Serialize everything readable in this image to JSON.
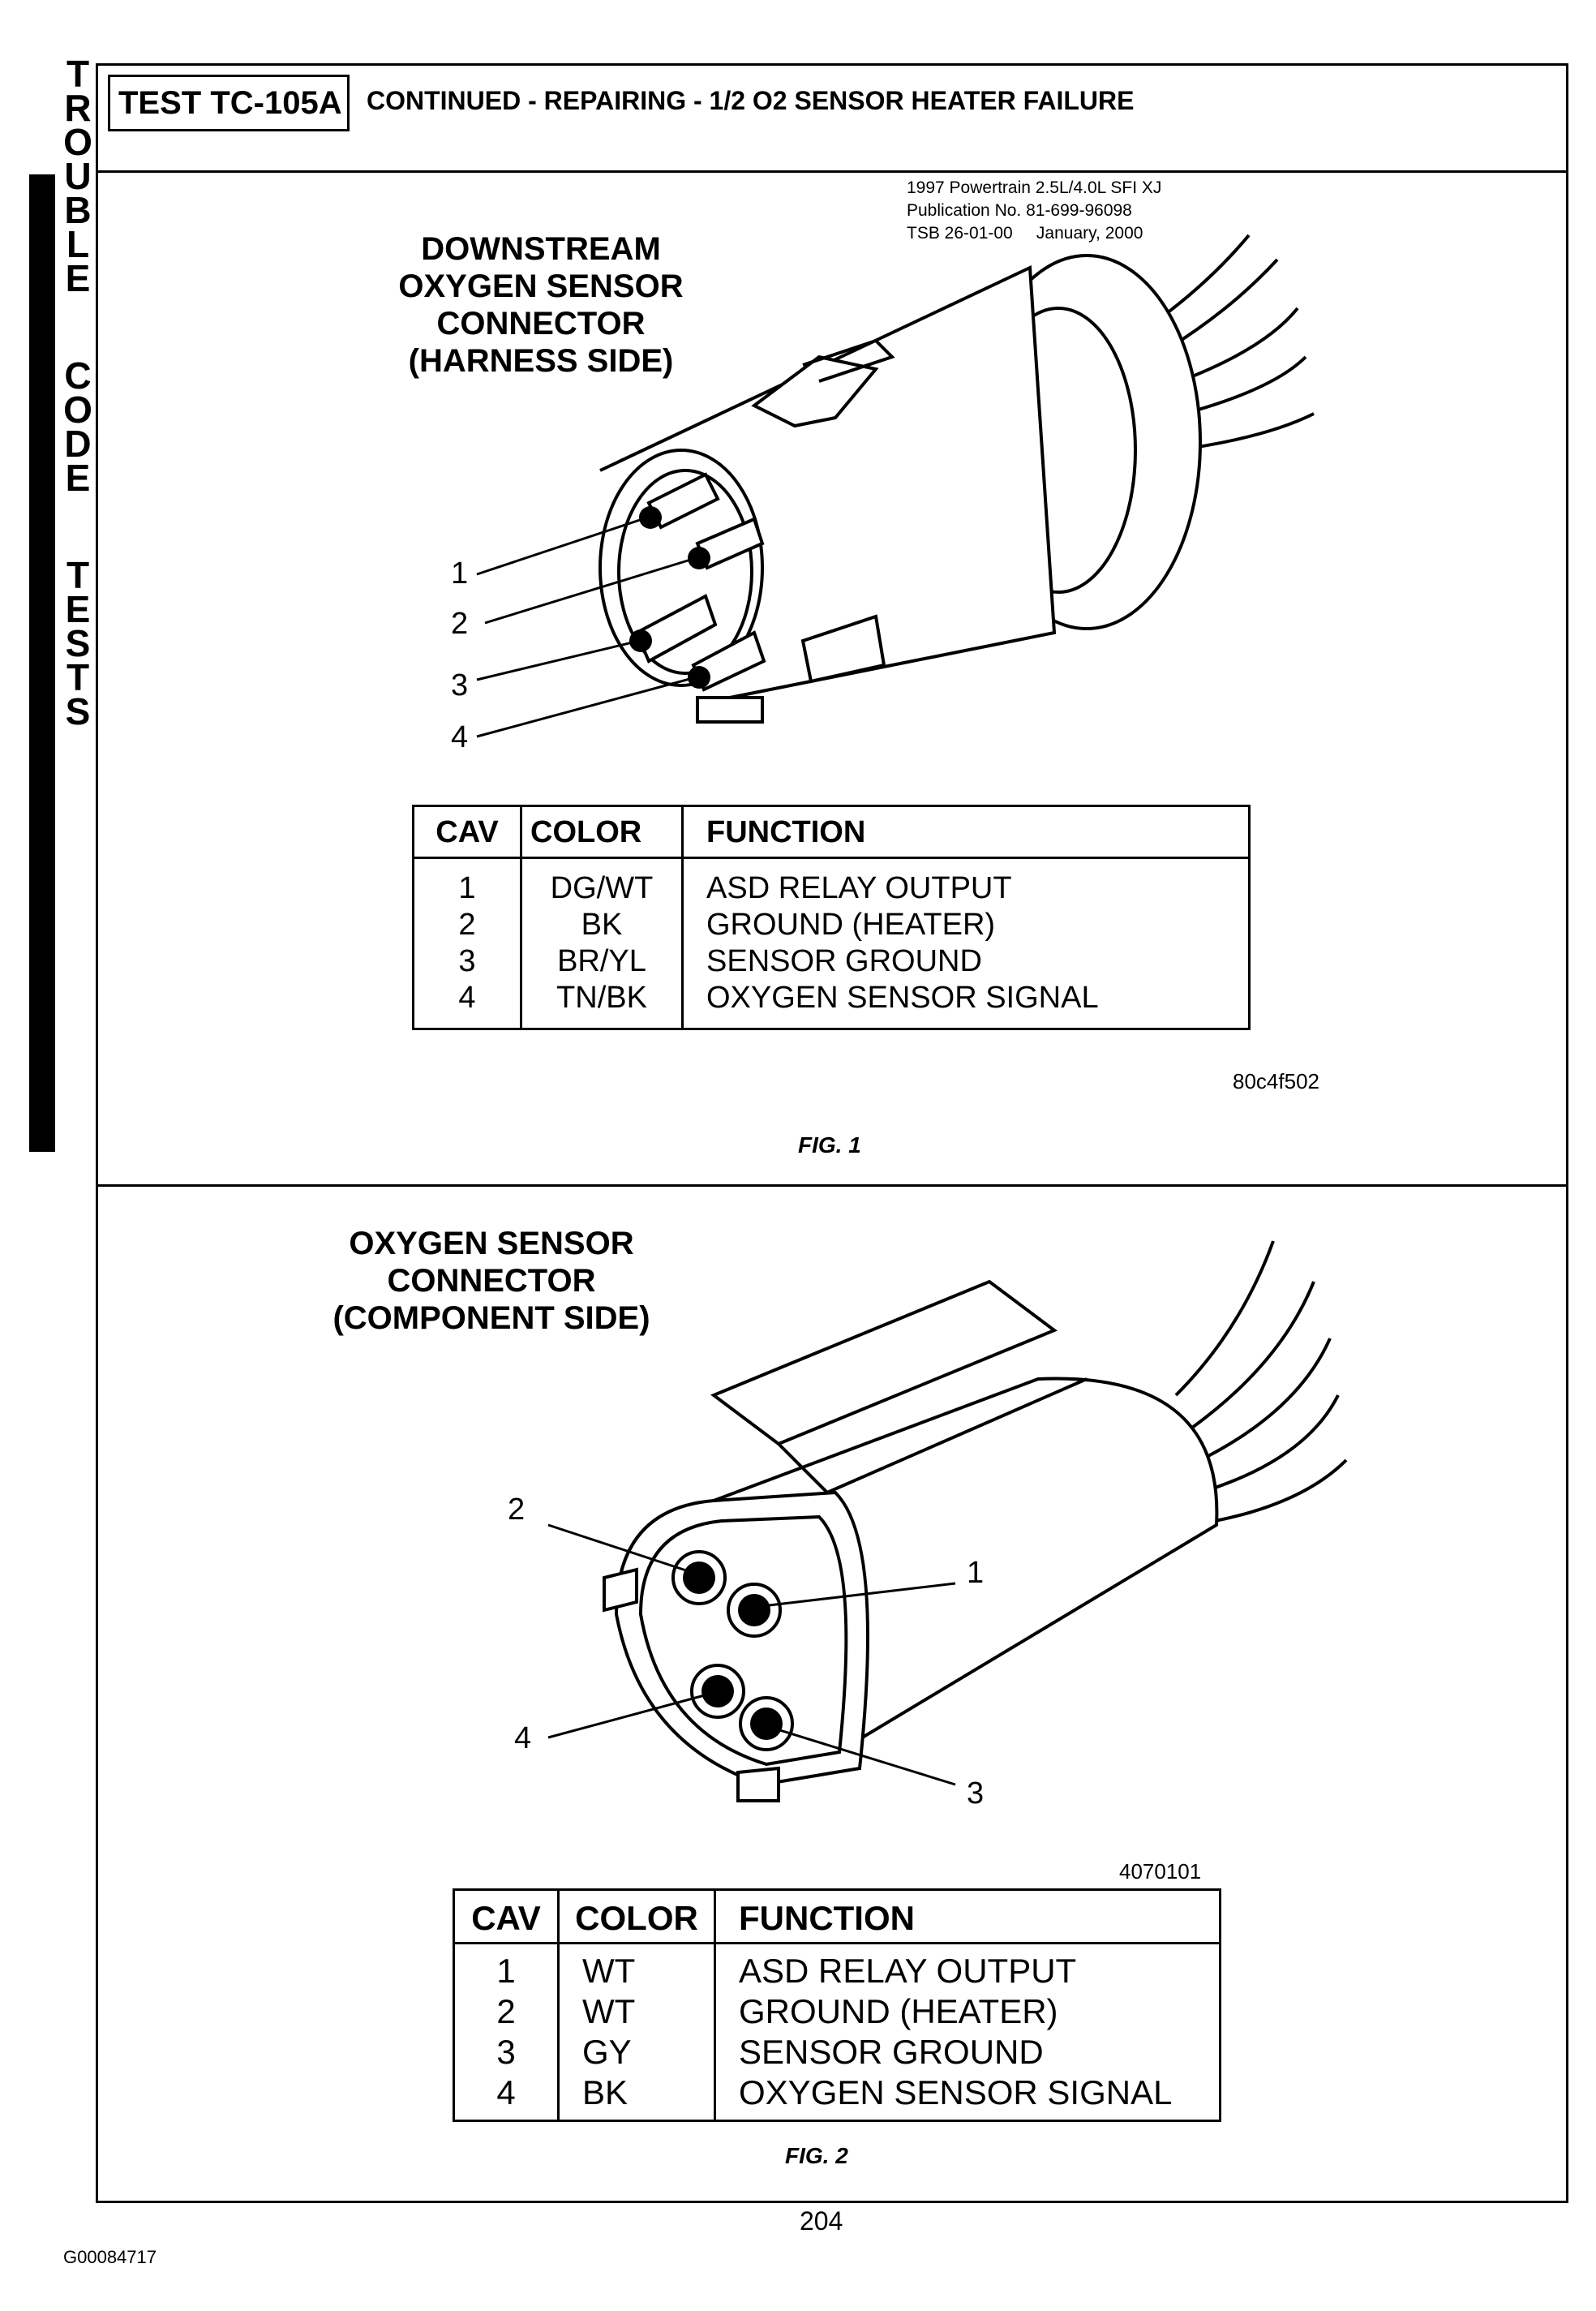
{
  "side_tab": {
    "letters": [
      "T",
      "R",
      "O",
      "U",
      "B",
      "L",
      "E",
      "C",
      "O",
      "D",
      "E",
      "T",
      "E",
      "S",
      "T",
      "S"
    ]
  },
  "header": {
    "test_id": "TEST TC-105A",
    "title": "CONTINUED - REPAIRING - 1/2 O2 SENSOR HEATER FAILURE"
  },
  "publication": {
    "line1": "1997 Powertrain 2.5L/4.0L SFI XJ",
    "line2": "Publication No. 81-699-96098",
    "line3": "TSB 26-01-00     January, 2000"
  },
  "fig1": {
    "caption_lines": [
      "DOWNSTREAM",
      "OXYGEN SENSOR",
      "CONNECTOR",
      "(HARNESS SIDE)"
    ],
    "callouts": [
      "1",
      "2",
      "3",
      "4"
    ],
    "table": {
      "headers": [
        "CAV",
        "COLOR",
        "FUNCTION"
      ],
      "rows": [
        [
          "1",
          "DG/WT",
          "ASD RELAY OUTPUT"
        ],
        [
          "2",
          "BK",
          "GROUND (HEATER)"
        ],
        [
          "3",
          "BR/YL",
          "SENSOR GROUND"
        ],
        [
          "4",
          "TN/BK",
          "OXYGEN SENSOR SIGNAL"
        ]
      ]
    },
    "image_code": "80c4f502",
    "label": "FIG. 1"
  },
  "fig2": {
    "caption_lines": [
      "OXYGEN SENSOR",
      "CONNECTOR",
      "(COMPONENT SIDE)"
    ],
    "callouts": [
      "1",
      "2",
      "3",
      "4"
    ],
    "image_code": "4070101",
    "table": {
      "headers": [
        "CAV",
        "COLOR",
        "FUNCTION"
      ],
      "rows": [
        [
          "1",
          "WT",
          "ASD RELAY OUTPUT"
        ],
        [
          "2",
          "WT",
          "GROUND (HEATER)"
        ],
        [
          "3",
          "GY",
          "SENSOR GROUND"
        ],
        [
          "4",
          "BK",
          "OXYGEN SENSOR SIGNAL"
        ]
      ]
    },
    "label": "FIG. 2"
  },
  "footer": {
    "page_number": "204",
    "doc_code": "G00084717"
  }
}
